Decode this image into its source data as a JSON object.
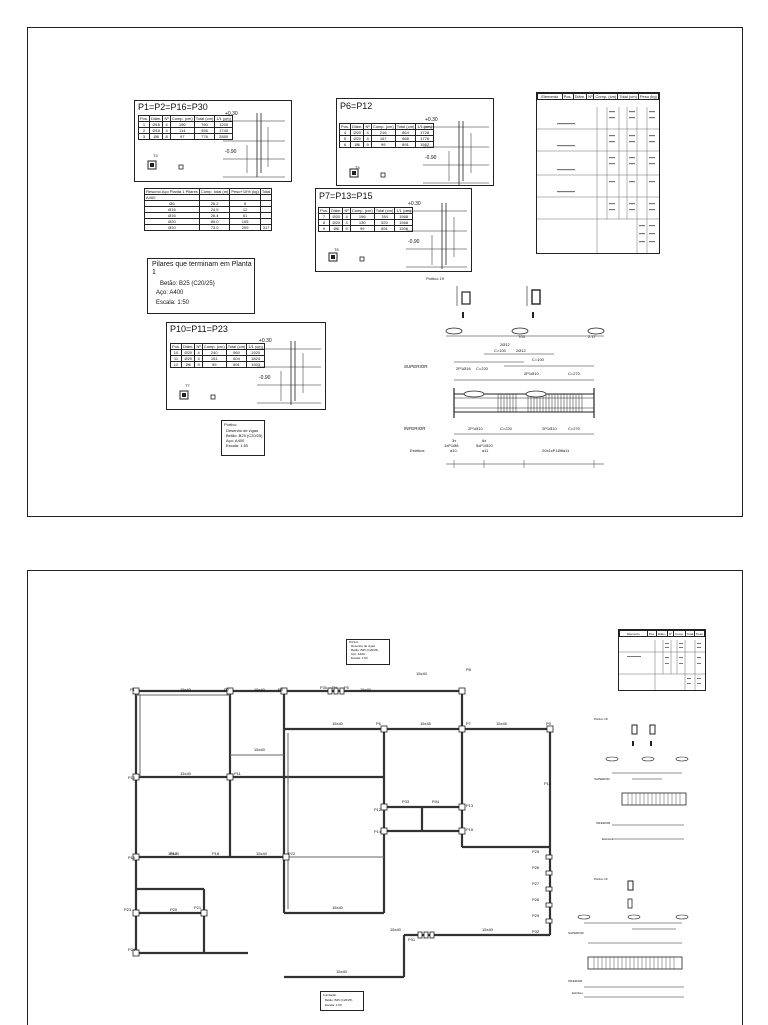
{
  "sheet1": {
    "pillars_a": {
      "title": "P1=P2=P16=P30",
      "headers": [
        "Pos.",
        "Diâm.",
        "Nº",
        "Comp. (cm)",
        "Total (cm)",
        "1/1 (cm)"
      ],
      "rows": [
        [
          "1",
          "Ø16",
          "4",
          "190",
          "760",
          "1200"
        ],
        [
          "2",
          "Ø16",
          "4",
          "114",
          "456",
          "1740"
        ],
        [
          "3",
          "Ø6",
          "8",
          "97",
          "776",
          "2850"
        ]
      ],
      "level_top": "+0.30",
      "level_bottom": "-0.90",
      "tag": "T4"
    },
    "pillars_b": {
      "title": "P6=P12",
      "headers": [
        "Pos.",
        "Diâm.",
        "Nº",
        "Comp. (cm)",
        "Total (cm)",
        "1/1 (cm)"
      ],
      "rows": [
        [
          "4",
          "Ø20",
          "4",
          "216",
          "864",
          "1728"
        ],
        [
          "5",
          "Ø20",
          "4",
          "167",
          "668",
          "1776"
        ],
        [
          "6",
          "Ø6",
          "9",
          "99",
          "891",
          "1562"
        ]
      ],
      "level_top": "+0.30",
      "level_bottom": "-0.90",
      "tag": "T5"
    },
    "pillars_c": {
      "title": "P7=P13=P15",
      "headers": [
        "Pos.",
        "Diâm.",
        "Nº",
        "Comp. (cm)",
        "Total (cm)",
        "1/1 (cm)"
      ],
      "rows": [
        [
          "7",
          "Ø20",
          "4",
          "196",
          "784",
          "1568"
        ],
        [
          "8",
          "Ø20",
          "4",
          "130",
          "520",
          "1568"
        ],
        [
          "9",
          "Ø6",
          "9",
          "99",
          "891",
          "1506"
        ]
      ],
      "level_top": "+0.30",
      "level_bottom": "-0.90",
      "tag": "T6"
    },
    "pillars_d": {
      "title": "P10=P11=P23",
      "headers": [
        "Pos.",
        "Diâm.",
        "Nº",
        "Comp. (cm)",
        "Total (cm)",
        "1/1 (cm)"
      ],
      "rows": [
        [
          "10",
          "Ø20",
          "4",
          "240",
          "960",
          "1920"
        ],
        [
          "11",
          "Ø20",
          "4",
          "151",
          "604",
          "1824"
        ],
        [
          "12",
          "Ø6",
          "9",
          "99",
          "891",
          "1503"
        ]
      ],
      "level_top": "+0.30",
      "level_bottom": "-0.90",
      "tag": "T7"
    },
    "summary": {
      "headers": [
        "Resumo Aço Planta 1 Pilares",
        "Comp. total (m)",
        "Peso+10% (kg)",
        "Total"
      ],
      "group": "A400",
      "rows": [
        [
          "Ø6",
          "26.2",
          "6",
          ""
        ],
        [
          "Ø16",
          "24.5",
          "12",
          ""
        ],
        [
          "Ø16",
          "26.4",
          "61",
          ""
        ],
        [
          "Ø20",
          "89.0",
          "105",
          ""
        ],
        [
          "Ø20",
          "73.0",
          "209",
          "317"
        ]
      ]
    },
    "pillar_note": {
      "heading": "Pilares que terminam em Planta 1",
      "concrete": "Betão: B25 (C20/25)",
      "steel": "Aço: A400",
      "scale": "Escala: 1:50"
    },
    "beam_note": {
      "lines": [
        "Pórtico",
        "Desenho de vigas",
        "Betão: B25 (C20/25)",
        "Aço: A400",
        "Escala: 1:50"
      ]
    },
    "beam": {
      "title": "Pórtico 19",
      "supports": [
        "T03",
        "2.17"
      ],
      "top_label": "SUPERIOR",
      "bottom_label": "INFERIOR",
      "stirrups_label": "Estribos",
      "top_bars": [
        "2Ø12",
        "C=100",
        "2Ø12",
        "C=100",
        "2P1Ø16",
        "C=220",
        "2P1Ø10",
        "C=270"
      ],
      "bottom_bars": [
        "2P1Ø10",
        "C=220",
        "2P1Ø10",
        "C=270"
      ],
      "stirrup_groups": [
        "3x",
        "1xP1Ø8",
        "a10",
        "6x",
        "5xP1Ø20",
        "a11",
        "20x1xP1Ø8a11"
      ]
    },
    "right_table": {
      "headers": [
        "Elemento",
        "Pos.",
        "Diâm.",
        "Nº",
        "Comp. (cm)",
        "Total (cm)",
        "Peso (kg)"
      ]
    }
  },
  "sheet2": {
    "note_top": [
      "Pórtico",
      "Desenho de vigas",
      "Betão: B25 (C20/25)",
      "Aço: A400",
      "Escala: 1:50"
    ],
    "note_bottom": [
      "Fundação",
      "Betão: B25 (C20/25)",
      "Escala: 1:50"
    ],
    "pillars": [
      "P1",
      "P2",
      "P3",
      "P30",
      "P4",
      "P5",
      "P6",
      "P7",
      "P8",
      "P9",
      "P10",
      "P11",
      "P12",
      "P13",
      "P14",
      "P15",
      "P16",
      "P17",
      "P18",
      "P19",
      "P20",
      "P21",
      "P22",
      "P23",
      "P24",
      "P25",
      "P26",
      "P27",
      "P28",
      "P29",
      "P31",
      "P32",
      "P33",
      "P34"
    ],
    "beam_labels": [
      "15x40",
      "15x45"
    ],
    "right_table": {
      "headers": [
        "Elemento",
        "Pos.",
        "Diâm.",
        "Nº",
        "Comp.",
        "Total",
        "Peso"
      ]
    },
    "detail_a": {
      "title": "Pórtico 18",
      "top_label": "SUPERIOR",
      "bottom_label": "INFERIOR",
      "stirrups_label": "Estribos"
    },
    "detail_b": {
      "title": "Pórtico 16",
      "top_label": "SUPERIOR",
      "bottom_label": "INFERIOR",
      "stirrups_label": "Estribos"
    }
  }
}
